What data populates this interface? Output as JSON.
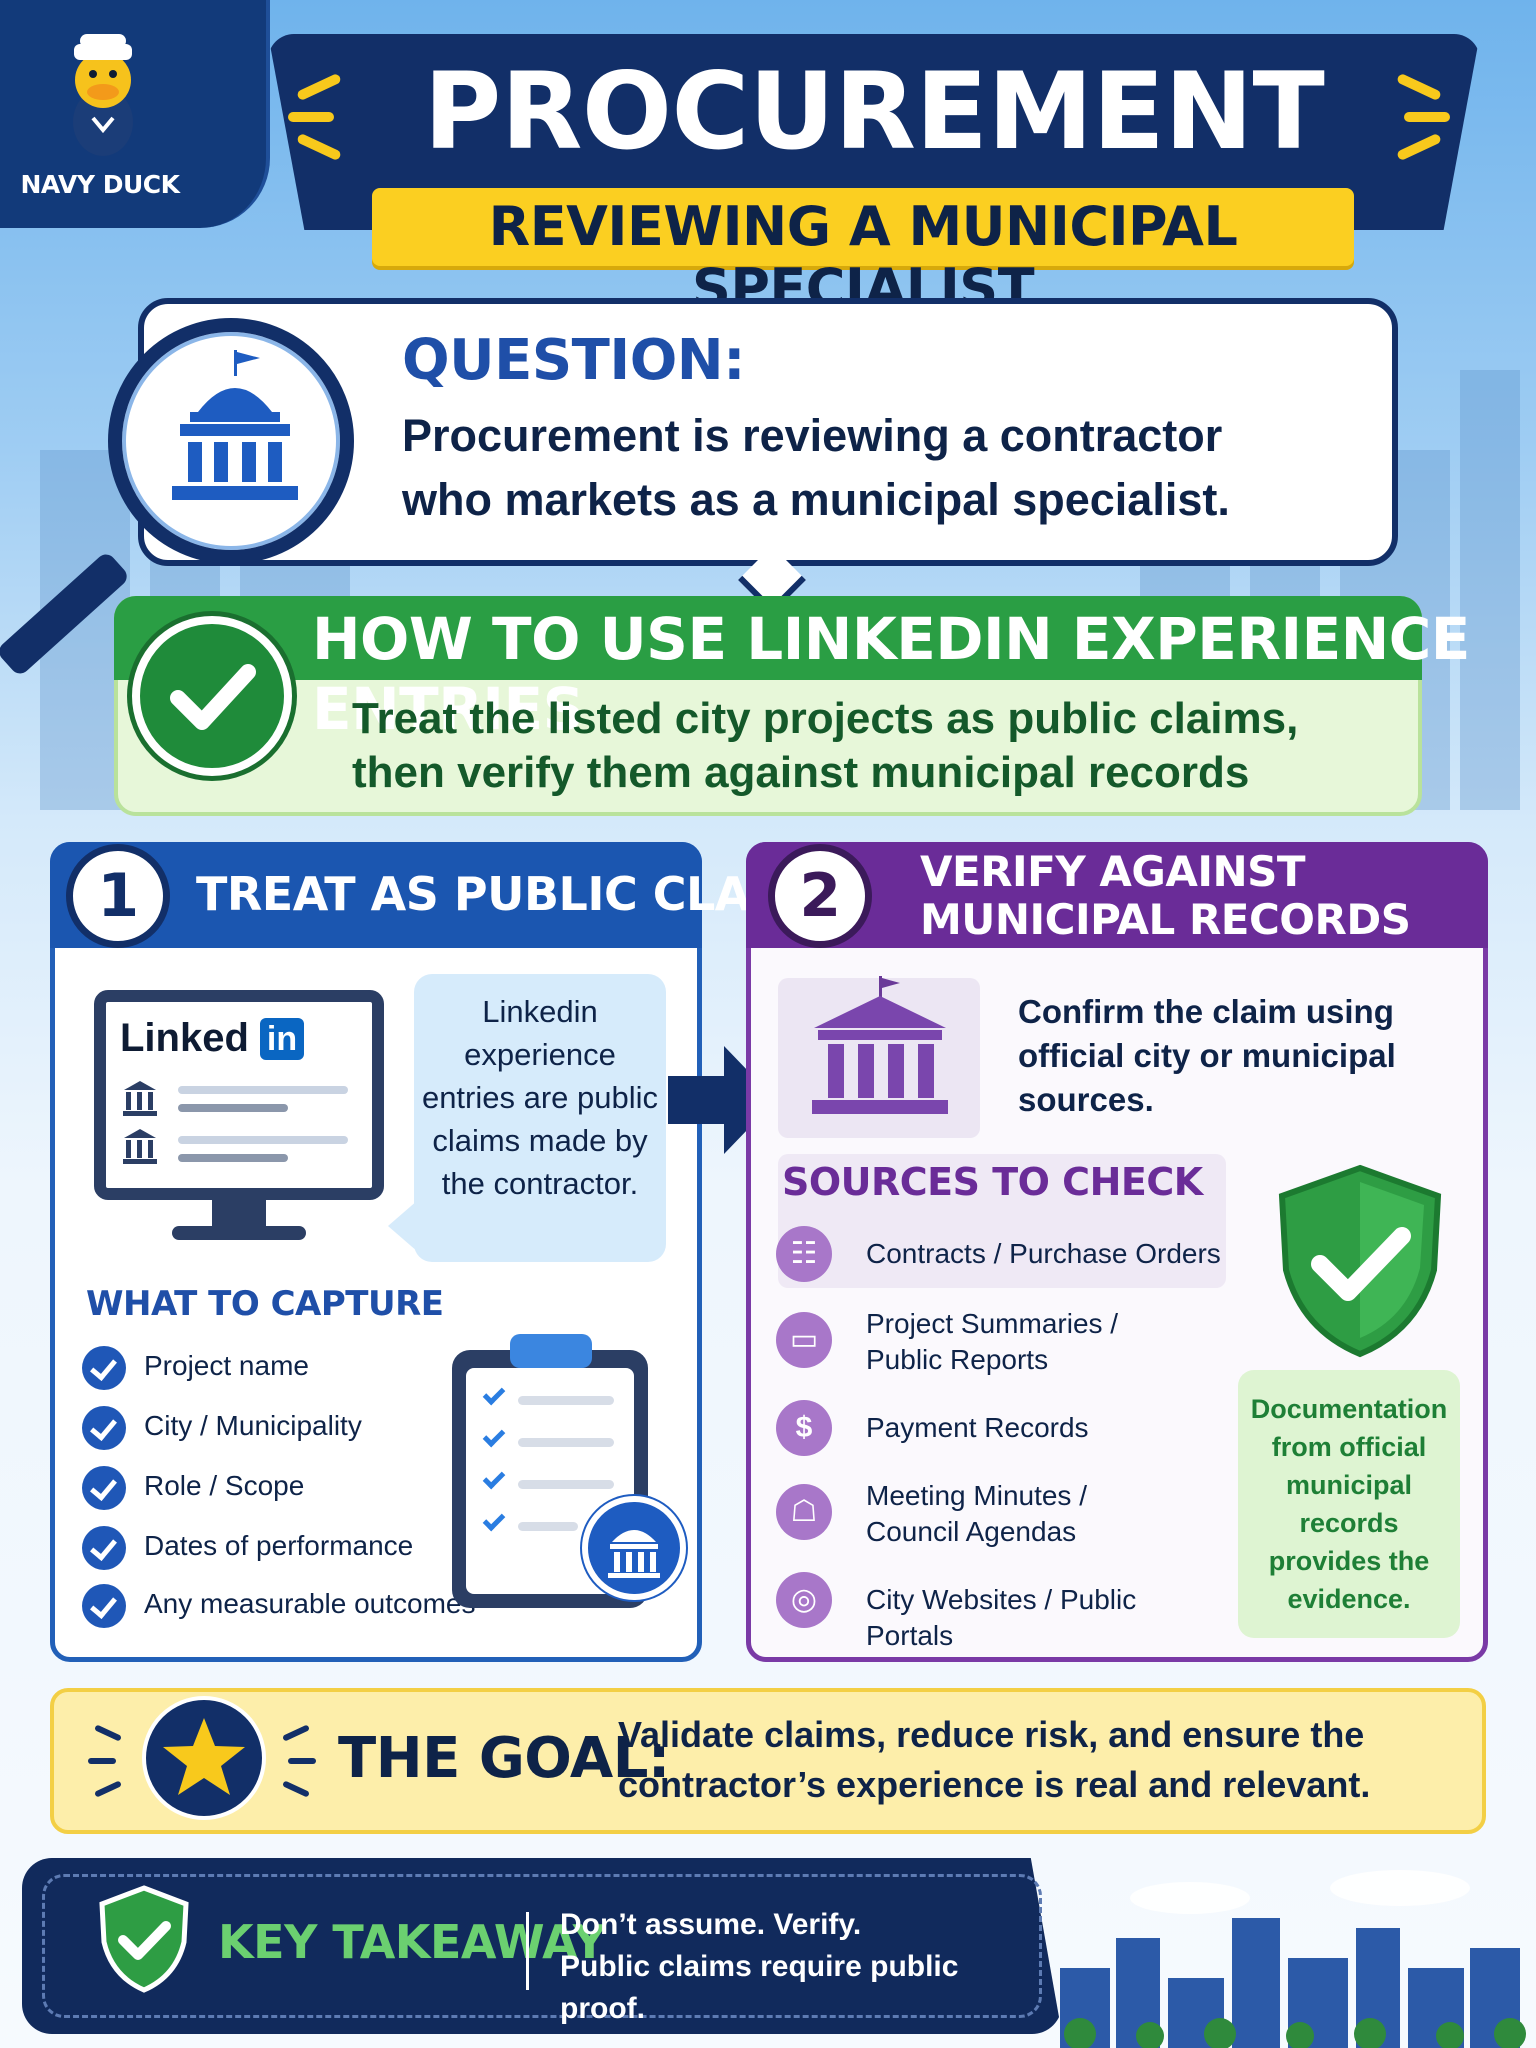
{
  "badge": {
    "label": "NAVY DUCK",
    "icon": "duck-mascot-icon"
  },
  "header": {
    "title": "PROCUREMENT INSIGHT",
    "subtitle": "REVIEWING A MUNICIPAL SPECIALIST"
  },
  "question": {
    "label": "QUESTION:",
    "text": "Procurement is reviewing a contractor who markets as a municipal specialist.",
    "icon": "city-hall-magnifier-icon"
  },
  "howto": {
    "title": "HOW TO USE LINKEDIN EXPERIENCE ENTRIES",
    "body": "Treat the listed city projects as public claims, then verify them against municipal records",
    "icon": "check-circle-icon"
  },
  "panel1": {
    "number": "1",
    "title": "TREAT AS PUBLIC CLAIMS",
    "linkedin_word": "Linked",
    "linkedin_in": "in",
    "speech": "Linkedin experience entries are public claims made by the contractor.",
    "capture_label": "WHAT TO CAPTURE",
    "capture_items": [
      "Project name",
      "City / Municipality",
      "Role / Scope",
      "Dates of performance",
      "Any measurable outcomes"
    ]
  },
  "panel2": {
    "number": "2",
    "title_line1": "VERIFY AGAINST",
    "title_line2": "MUNICIPAL RECORDS",
    "confirm": "Confirm the claim using official city or municipal sources.",
    "sources_label": "SOURCES TO CHECK",
    "sources": [
      {
        "icon": "document-icon",
        "glyph": "☷",
        "text": "Contracts / Purchase Orders"
      },
      {
        "icon": "folder-icon",
        "glyph": "▭",
        "text": "Project Summaries / Public Reports"
      },
      {
        "icon": "dollar-icon",
        "glyph": "$",
        "text": "Payment Records"
      },
      {
        "icon": "meeting-icon",
        "glyph": "☖",
        "text": "Meeting Minutes / Council Agendas"
      },
      {
        "icon": "globe-icon",
        "glyph": "◎",
        "text": "City Websites / Public Portals"
      }
    ],
    "documentation": "Documentation from official municipal records provides the evidence."
  },
  "goal": {
    "label": "THE GOAL:",
    "text": "Validate claims, reduce risk, and ensure the contractor’s experience is real and relevant."
  },
  "takeaway": {
    "label": "KEY TAKEAWAY",
    "line1": "Don’t assume. Verify.",
    "line2": "Public claims require public proof."
  },
  "colors": {
    "navy": "#122f68",
    "blue": "#1b56b0",
    "green": "#2a9e44",
    "purple": "#6a2c98",
    "yellow": "#fbcf21"
  }
}
